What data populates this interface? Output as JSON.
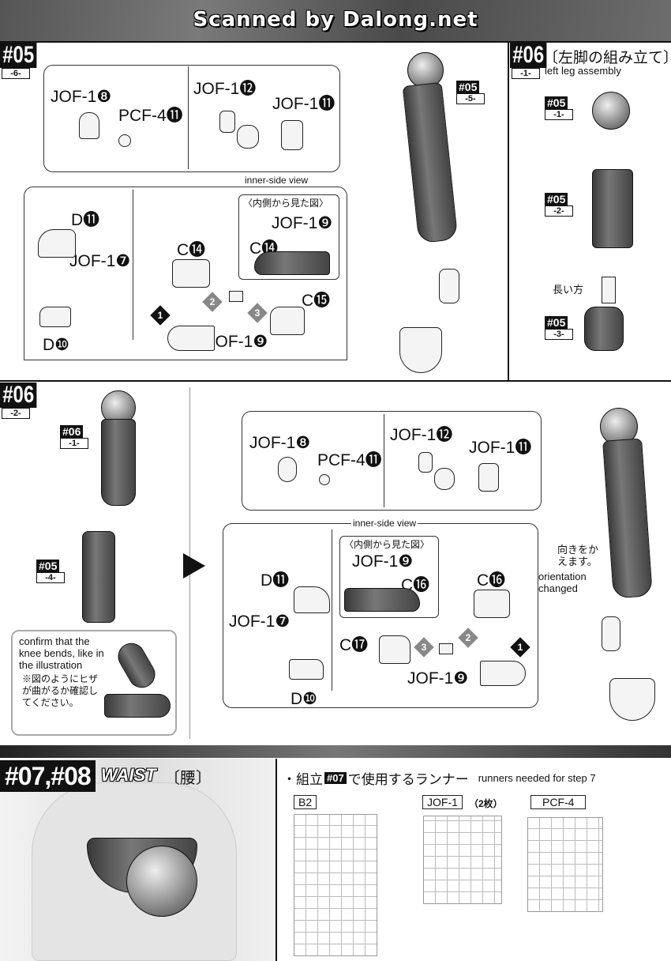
{
  "header": {
    "watermark": "Scanned by Dalong.net"
  },
  "step05": {
    "label": "#05",
    "sub": "-6-",
    "top_panel": {
      "jof1_8": "JOF-1❽",
      "pcf4_11": "PCF-4⓫",
      "jof1_12": "JOF-1⓬",
      "jof1_11": "JOF-1⓫"
    },
    "inner_side_view_en": "inner-side view",
    "inner_side_view_jp": "〈内側から見た図〉",
    "bottom_panel": {
      "d11": "D⓫",
      "jof1_7": "JOF-1❼",
      "d10": "D❿",
      "c14": "C⓮",
      "c14b": "C⓮",
      "jof1_9": "JOF-1❾",
      "jof1_9b": "JOF-1❾",
      "c15": "C⓯",
      "steps": [
        "1",
        "2",
        "3"
      ]
    },
    "ref_tag": "#05",
    "ref_sub": "-5-"
  },
  "step06_1": {
    "label": "#06",
    "sub": "-1-",
    "title_jp": "〔左脚の組み立て〕",
    "title_en": "left leg assembly",
    "refs": [
      {
        "tag": "#05",
        "sub": "-1-"
      },
      {
        "tag": "#05",
        "sub": "-2-"
      },
      {
        "tag": "#05",
        "sub": "-3-"
      }
    ],
    "long_side": "長い方"
  },
  "step06_2": {
    "label": "#06",
    "sub": "-2-",
    "refs": [
      {
        "tag": "#06",
        "sub": "-1-"
      },
      {
        "tag": "#05",
        "sub": "-4-"
      }
    ],
    "note_en": "confirm that the knee bends, like in the illustration",
    "note_jp": "※図のようにヒザが曲がるか確認してください。",
    "top_panel": {
      "jof1_8": "JOF-1❽",
      "pcf4_11": "PCF-4⓫",
      "jof1_12": "JOF-1⓬",
      "jof1_11": "JOF-1⓫"
    },
    "inner_side_view_en": "inner-side view",
    "inner_side_view_jp": "〈内側から見た図〉",
    "bottom_panel": {
      "d11": "D⓫",
      "jof1_7": "JOF-1❼",
      "d10": "D❿",
      "jof1_9": "JOF-1❾",
      "c16": "C⓰",
      "c16b": "C⓰",
      "c17": "C⓱",
      "jof1_9b": "JOF-1❾",
      "steps": [
        "1",
        "2",
        "3"
      ]
    },
    "orientation_jp": "向きをかえます。",
    "orientation_en": "orientation changed"
  },
  "step07": {
    "label": "#07,#08",
    "name": "WAIST",
    "name_jp": "〔腰〕",
    "runners_title_jp": "・組立",
    "runners_step": "#07",
    "runners_title_jp2": "で使用するランナー",
    "runners_title_en": "runners needed for step 7",
    "runners": [
      {
        "name": "B2",
        "qty": ""
      },
      {
        "name": "JOF-1",
        "qty": "（2枚）"
      },
      {
        "name": "PCF-4",
        "qty": ""
      }
    ]
  }
}
